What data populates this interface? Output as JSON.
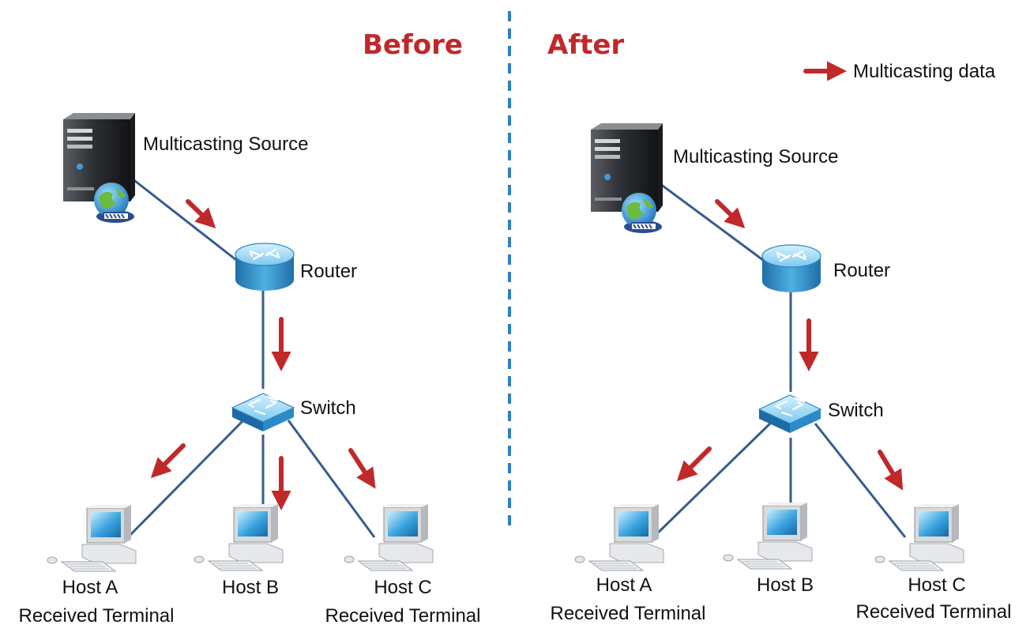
{
  "colors": {
    "heading": "#c0282a",
    "arrow": "#c0282a",
    "link": "#355d8f",
    "divider": "#2f7fc4"
  },
  "before": {
    "title": "Before",
    "source_label": "Multicasting Source",
    "router_label": "Router",
    "switch_label": "Switch",
    "host_a": {
      "name": "Host A",
      "role": "Received Terminal"
    },
    "host_b": {
      "name": "Host B"
    },
    "host_c": {
      "name": "Host C",
      "role": "Received Terminal"
    }
  },
  "after": {
    "title": "After",
    "source_label": "Multicasting Source",
    "router_label": "Router",
    "switch_label": "Switch",
    "host_a": {
      "name": "Host A",
      "role": "Received Terminal"
    },
    "host_b": {
      "name": "Host B"
    },
    "host_c": {
      "name": "Host C",
      "role": "Received Terminal"
    }
  },
  "legend": {
    "label": "Multicasting data",
    "icon": "red-arrow"
  }
}
